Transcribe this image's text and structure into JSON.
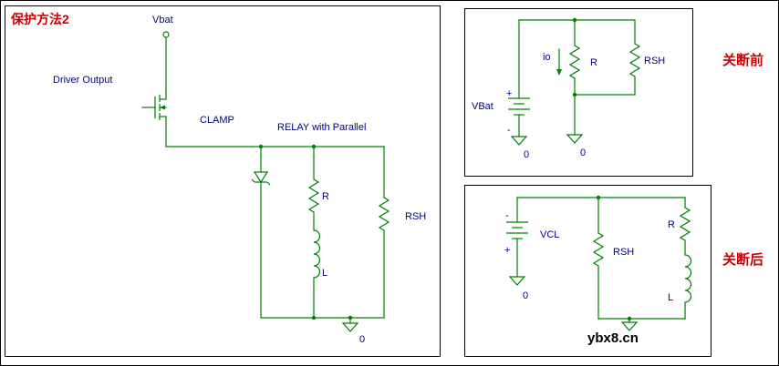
{
  "colors": {
    "wire": "#008000",
    "label": "#00008b",
    "caption": "#cc0000"
  },
  "main_panel": {
    "title": "保护方法2",
    "vbat_label": "Vbat",
    "driver_output_label": "Driver Output",
    "clamp_label": "CLAMP",
    "relay_label": "RELAY with Parallel",
    "r_label": "R",
    "l_label": "L",
    "rsh_label": "RSH",
    "gnd_label": "0"
  },
  "before_panel": {
    "caption": "关断前",
    "vbat_label": "VBat",
    "plus": "+",
    "minus": "-",
    "io_label": "io",
    "r_label": "R",
    "rsh_label": "RSH",
    "gnd_label": "0"
  },
  "after_panel": {
    "caption": "关断后",
    "vcl_label": "VCL",
    "plus": "+",
    "minus": "-",
    "rsh_label": "RSH",
    "r_label": "R",
    "l_label": "L",
    "gnd_label": "0",
    "watermark": "ybx8.cn"
  }
}
